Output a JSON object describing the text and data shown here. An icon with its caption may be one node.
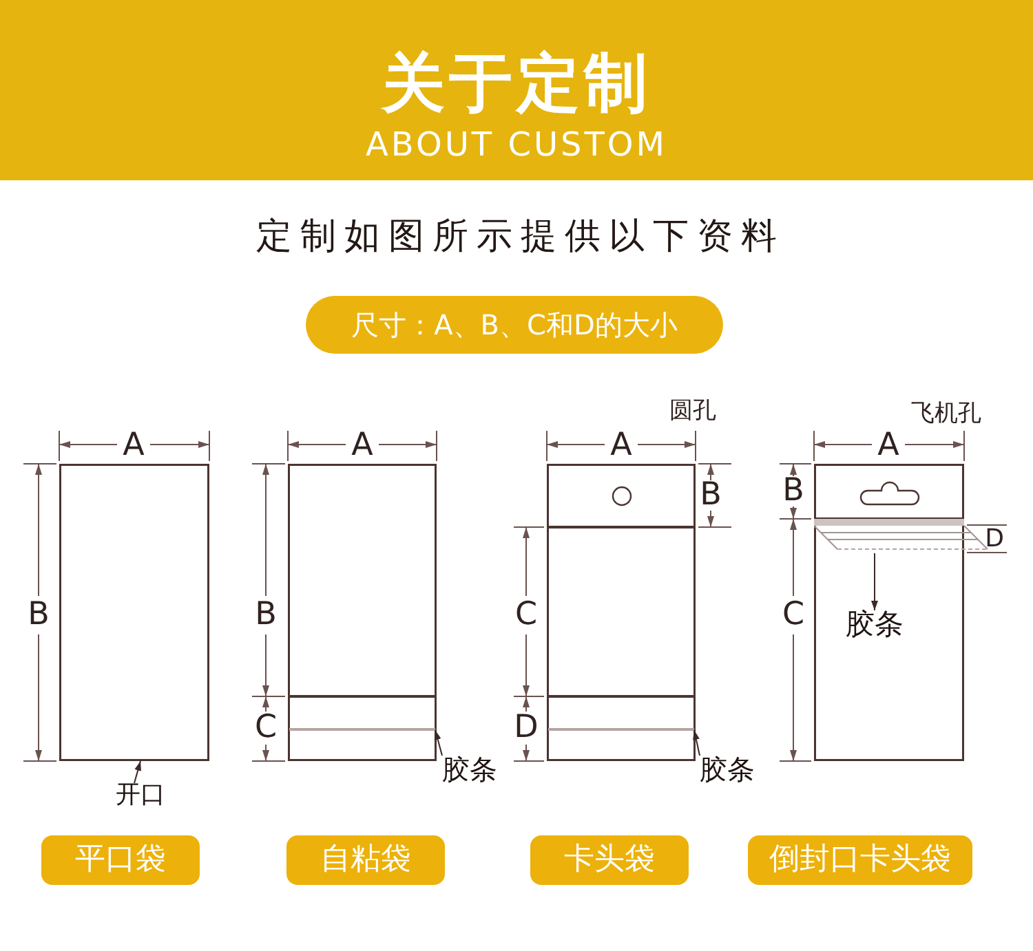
{
  "diagram": {
    "nodes": [
      {
        "text": [
          "关于定制",
          "ABOUT CUSTOM"
        ]
      },
      {
        "text": [
          "尺寸：A、B、C和D的大小"
        ]
      },
      {
        "text": [],
        "shape": "box"
      },
      {
        "text": [],
        "shape": "box"
      },
      {
        "text": [],
        "shape": "bar",
        "in": 3
      },
      {
        "text": [],
        "shape": "box"
      },
      {
        "text": [],
        "shape": "bar",
        "in": 5
      },
      {
        "text": [],
        "shape": "box"
      },
      {
        "text": [],
        "shape": "bar"
      },
      {
        "text": [
          "胶条"
        ],
        "in": 7
      },
      {
        "text": [
          "开口"
        ]
      },
      {
        "text": [
          "胶条"
        ]
      },
      {
        "text": [
          "胶条"
        ]
      },
      {
        "text": [
          "平口袋"
        ]
      },
      {
        "text": [
          "自粘袋"
        ]
      },
      {
        "text": [
          "卡头袋"
        ]
      },
      {
        "text": [
          "倒封口卡头袋"
        ]
      }
    ],
    "edges": [
      {
        "from": 8,
        "to": 9,
        "arrow": "to"
      },
      {
        "from": 10,
        "to": 2,
        "arrow": "to"
      },
      {
        "from": 11,
        "to": 4,
        "arrow": "to"
      },
      {
        "from": 12,
        "to": 6,
        "arrow": "to"
      }
    ],
    "labels": [
      "定制如图所示提供以下资料",
      "A",
      "B",
      "A",
      "B",
      "C",
      "圆孔",
      "A",
      "B",
      "C",
      "D",
      "飞机孔",
      "A",
      "B",
      "C",
      "D"
    ]
  }
}
